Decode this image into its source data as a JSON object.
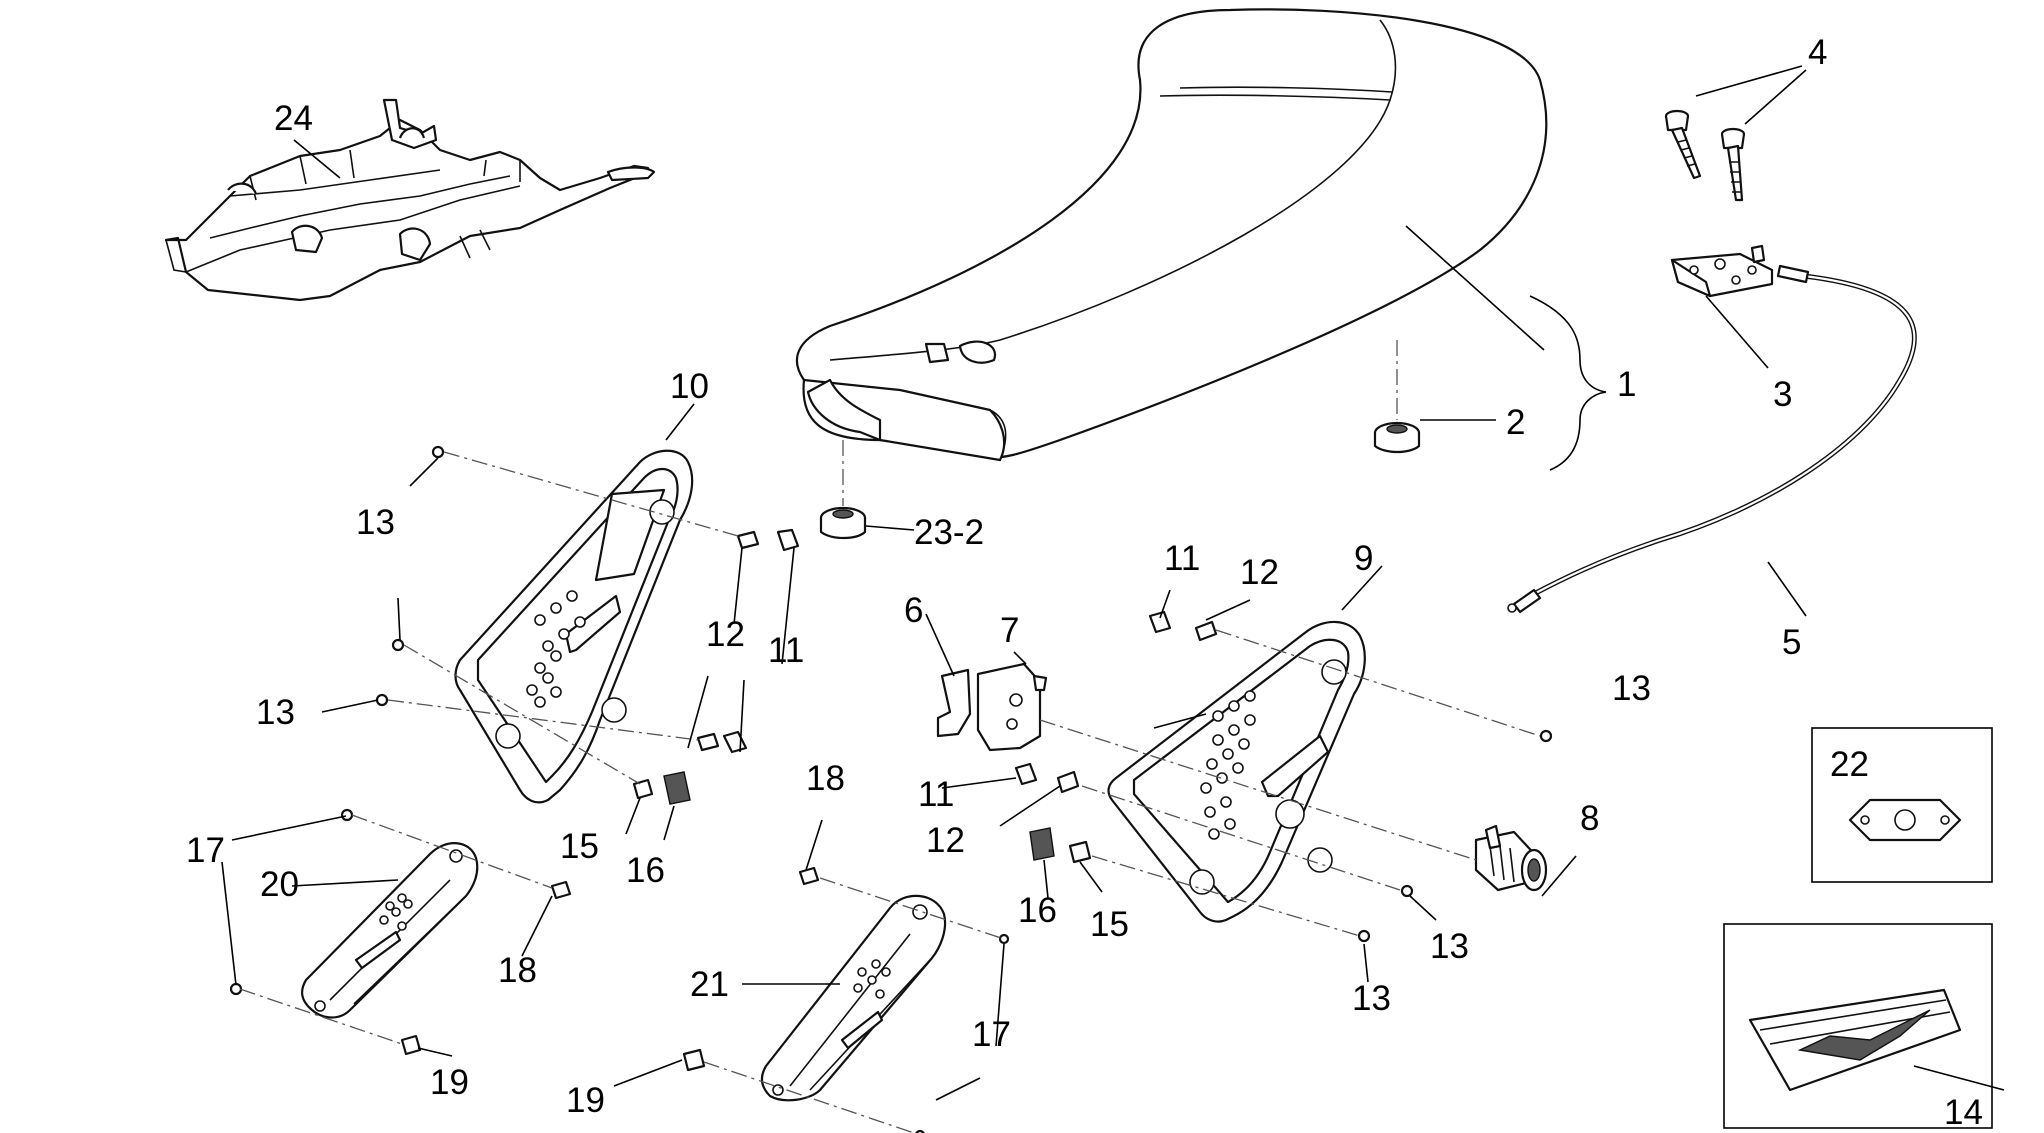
{
  "diagram": {
    "labels": {
      "l1": "1",
      "l2": "2",
      "l3": "3",
      "l4": "4",
      "l5": "5",
      "l6": "6",
      "l7": "7",
      "l8": "8",
      "l9": "9",
      "l10": "10",
      "l11": "11",
      "l12": "12",
      "l13": "13",
      "l14": "14",
      "l15": "15",
      "l16": "16",
      "l17": "17",
      "l18": "18",
      "l19": "19",
      "l20": "20",
      "l21": "21",
      "l22": "22",
      "l23": "23-2",
      "l24": "24"
    }
  }
}
